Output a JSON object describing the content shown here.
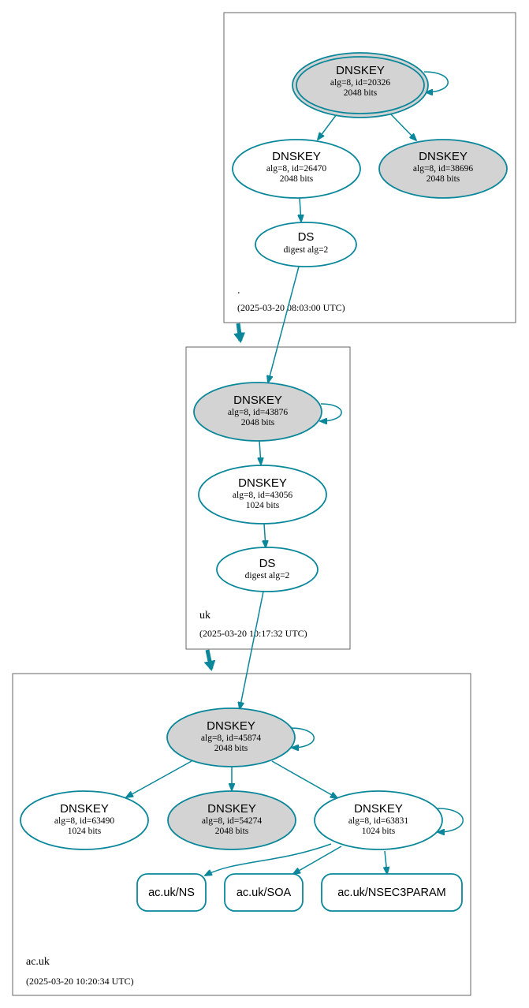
{
  "zones": {
    "root": {
      "name": ".",
      "timestamp": "(2025-03-20 08:03:00 UTC)"
    },
    "uk": {
      "name": "uk",
      "timestamp": "(2025-03-20 10:17:32 UTC)"
    },
    "acuk": {
      "name": "ac.uk",
      "timestamp": "(2025-03-20 10:20:34 UTC)"
    }
  },
  "nodes": {
    "root_ksk": {
      "title": "DNSKEY",
      "line1": "alg=8, id=20326",
      "line2": "2048 bits"
    },
    "root_zsk1": {
      "title": "DNSKEY",
      "line1": "alg=8, id=26470",
      "line2": "2048 bits"
    },
    "root_zsk2": {
      "title": "DNSKEY",
      "line1": "alg=8, id=38696",
      "line2": "2048 bits"
    },
    "root_ds": {
      "title": "DS",
      "line1": "digest alg=2"
    },
    "uk_ksk": {
      "title": "DNSKEY",
      "line1": "alg=8, id=43876",
      "line2": "2048 bits"
    },
    "uk_zsk": {
      "title": "DNSKEY",
      "line1": "alg=8, id=43056",
      "line2": "1024 bits"
    },
    "uk_ds": {
      "title": "DS",
      "line1": "digest alg=2"
    },
    "ac_ksk": {
      "title": "DNSKEY",
      "line1": "alg=8, id=45874",
      "line2": "2048 bits"
    },
    "ac_k1": {
      "title": "DNSKEY",
      "line1": "alg=8, id=63490",
      "line2": "1024 bits"
    },
    "ac_k2": {
      "title": "DNSKEY",
      "line1": "alg=8, id=54274",
      "line2": "2048 bits"
    },
    "ac_k3": {
      "title": "DNSKEY",
      "line1": "alg=8, id=63831",
      "line2": "1024 bits"
    }
  },
  "records": {
    "ns": "ac.uk/NS",
    "soa": "ac.uk/SOA",
    "nsec3param": "ac.uk/NSEC3PARAM"
  },
  "colors": {
    "edge": "#0a879a",
    "filled_node": "#d3d3d3",
    "zone_border": "#666666"
  }
}
